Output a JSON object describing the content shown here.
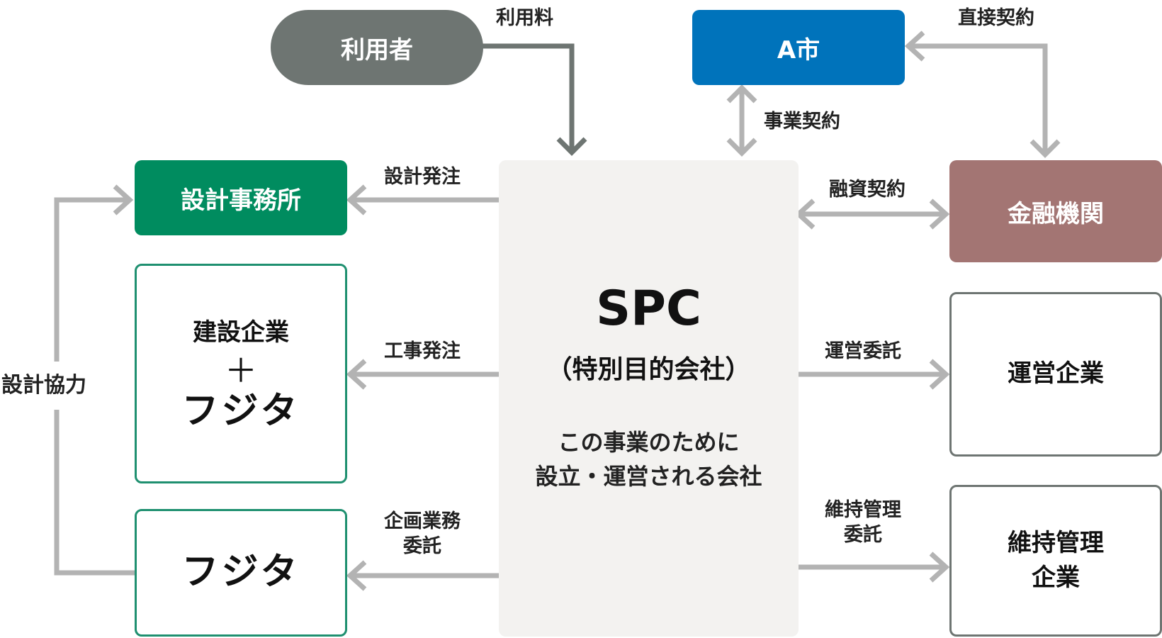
{
  "nodes": {
    "user": "利用者",
    "a_city": "A市",
    "design_office": "設計事務所",
    "construction": "建設企業",
    "plus": "＋",
    "fujita_logo_1": "フジタ",
    "fujita_logo_2": "フジタ",
    "spc_title": "SPC",
    "spc_subtitle": "（特別目的会社）",
    "spc_desc_1": "この事業のために",
    "spc_desc_2": "設立・運営される会社",
    "financial": "金融機関",
    "operation": "運営企業",
    "maintenance_1": "維持管理",
    "maintenance_2": "企業"
  },
  "labels": {
    "usage_fee": "利用料",
    "direct_contract": "直接契約",
    "project_contract": "事業契約",
    "design_order": "設計発注",
    "loan_contract": "融資契約",
    "construction_order": "工事発注",
    "operation_consign": "運営委託",
    "design_coop": "設計協力",
    "planning_1": "企画業務",
    "planning_2": "委託",
    "maint_consign_1": "維持管理",
    "maint_consign_2": "委託"
  },
  "colors": {
    "user": "#6e7572",
    "a_city": "#0073bb",
    "design_office": "#008c5f",
    "financial": "#a37573",
    "spc": "#f3f2f0",
    "green_border": "#1f9070",
    "gray_border": "#6e7572",
    "arrow_gray": "#b3b3b3",
    "arrow_dark": "#6e7572"
  }
}
